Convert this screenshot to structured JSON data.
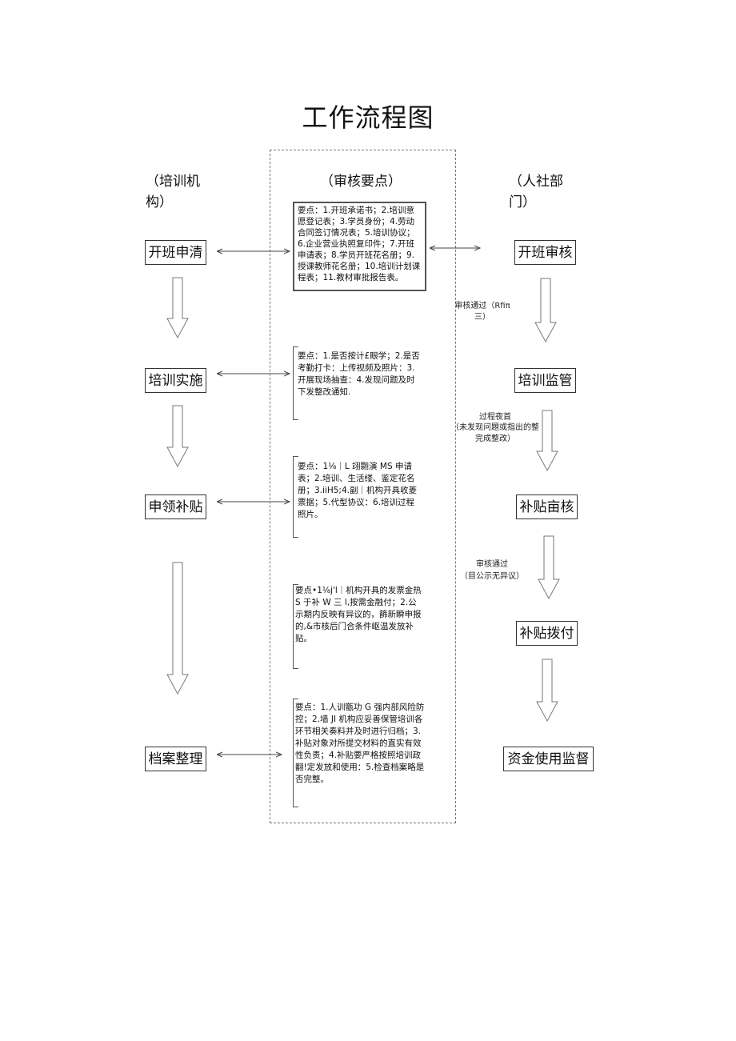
{
  "title": "工作流程图",
  "columns": {
    "left_header": "（培训机构）",
    "middle_header": "（审核要点）",
    "right_header": "（人社部门）"
  },
  "left_steps": [
    "开班申清",
    "培训实施",
    "申领补贴",
    "档案整理"
  ],
  "right_steps": [
    "开班审核",
    "培训监管",
    "补贴亩核",
    "补贴拨付",
    "资金使用监督"
  ],
  "notes": [
    "要点：1.开班承诺书；2.培训意愿登记表；3.学员身份；4.劳动合同签订情况表；5.培训协议；6.企业营业执照复印件；7.开班申请表；8.学员开班花名册；9.授课教师花名册；10.培训计划课程表；11.教材审批报告表。",
    "要点：1.是否按计£眼学；2.是否考勤打卡：上传视频及照片：3.开展现场抽查：4.发现问题及时下发整改通知.",
    "要点：1⅛｜L 翊翾演 MS 申请表；2.培训、生活缕、鉴定花名册；3.iiH5;4.副｜机构开具收菱票据；5.代型协议：6.培训过程照片。",
    "要点•1⅛j'l｜机构开具的发票金热 S 于补 W 三 l,按需金融付；2.公示期内反映有异议的，籂新瞬申报的,&市核后门合条件岖温发放补贴。",
    "要点：1.人训甑功 G 强内部风险防控；2.墙 JI 机构应妥善保管培训各环节相关奏料并及时进行归档；3.补贴对象对所提交材料的直实有效性负责；4.补贴要严格按照培训政翻!定发放和使用：5.检查档案略是否完整。"
  ],
  "flow_labels": {
    "review_pass_1": "审核通过（Rfiπ 三）",
    "process_review": "过程夜首",
    "process_review_detail": "（未发现问題或指出的整完成整改）",
    "review_pass_2": "审核通过",
    "review_pass_2_detail": "（目公示无异议）"
  }
}
